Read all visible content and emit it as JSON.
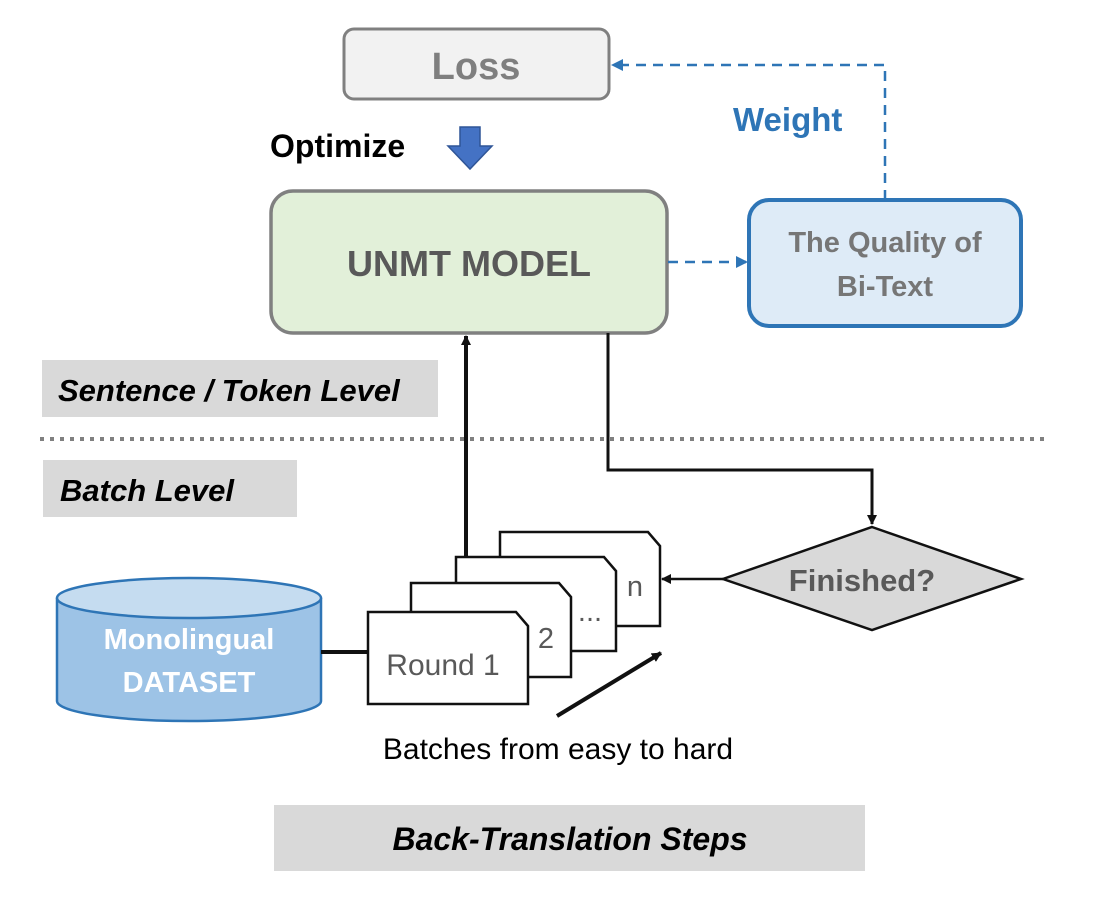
{
  "loss": "Loss",
  "optimize": "Optimize",
  "weight": "Weight",
  "model": "UNMT MODEL",
  "quality": [
    "The Quality of",
    "Bi-Text"
  ],
  "sentence_level": "Sentence / Token Level",
  "batch_level": "Batch Level",
  "dataset": [
    "Monolingual",
    "DATASET"
  ],
  "batches": [
    "Round 1",
    "2",
    "...",
    "n"
  ],
  "finished": "Finished?",
  "batches_caption": "Batches from easy to hard",
  "steps": "Back-Translation Steps",
  "colors": {
    "accent_blue": "#2e75b6",
    "model_fill": "#e2f0d9",
    "quality_fill": "#deebf7",
    "dataset_fill": "#9dc3e6",
    "label_fill": "#d9d9d9",
    "loss_fill": "#f2f2f2"
  }
}
